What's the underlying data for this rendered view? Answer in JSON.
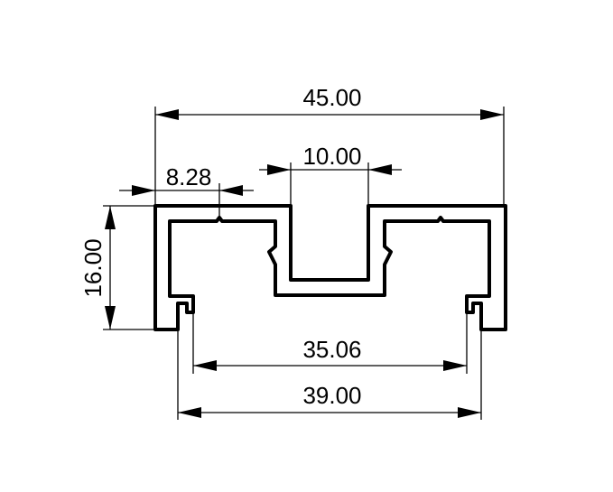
{
  "drawing": {
    "title": "Aluminium profile cross-section",
    "dimensions": {
      "overall_width": "45.00",
      "channel_width": "10.00",
      "notch_offset": "8.28",
      "height": "16.00",
      "inner_slot_span": "35.06",
      "outer_slot_span": "39.00"
    }
  }
}
